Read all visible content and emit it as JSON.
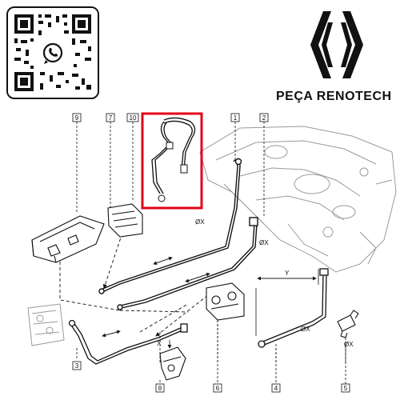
{
  "brand": {
    "name": "PEÇA RENOTECH"
  },
  "qr": {
    "icon": "whatsapp-icon"
  },
  "diagram": {
    "callouts": [
      "9",
      "7",
      "10",
      "1",
      "2",
      "3",
      "8",
      "6",
      "4",
      "5"
    ],
    "dimension_labels": {
      "x_a": "ØX",
      "x_b": "ØX",
      "x_c": "X",
      "x_d": "ØX",
      "x_e": "ØX",
      "y": "Y"
    },
    "highlight_color": "#e0001a"
  }
}
